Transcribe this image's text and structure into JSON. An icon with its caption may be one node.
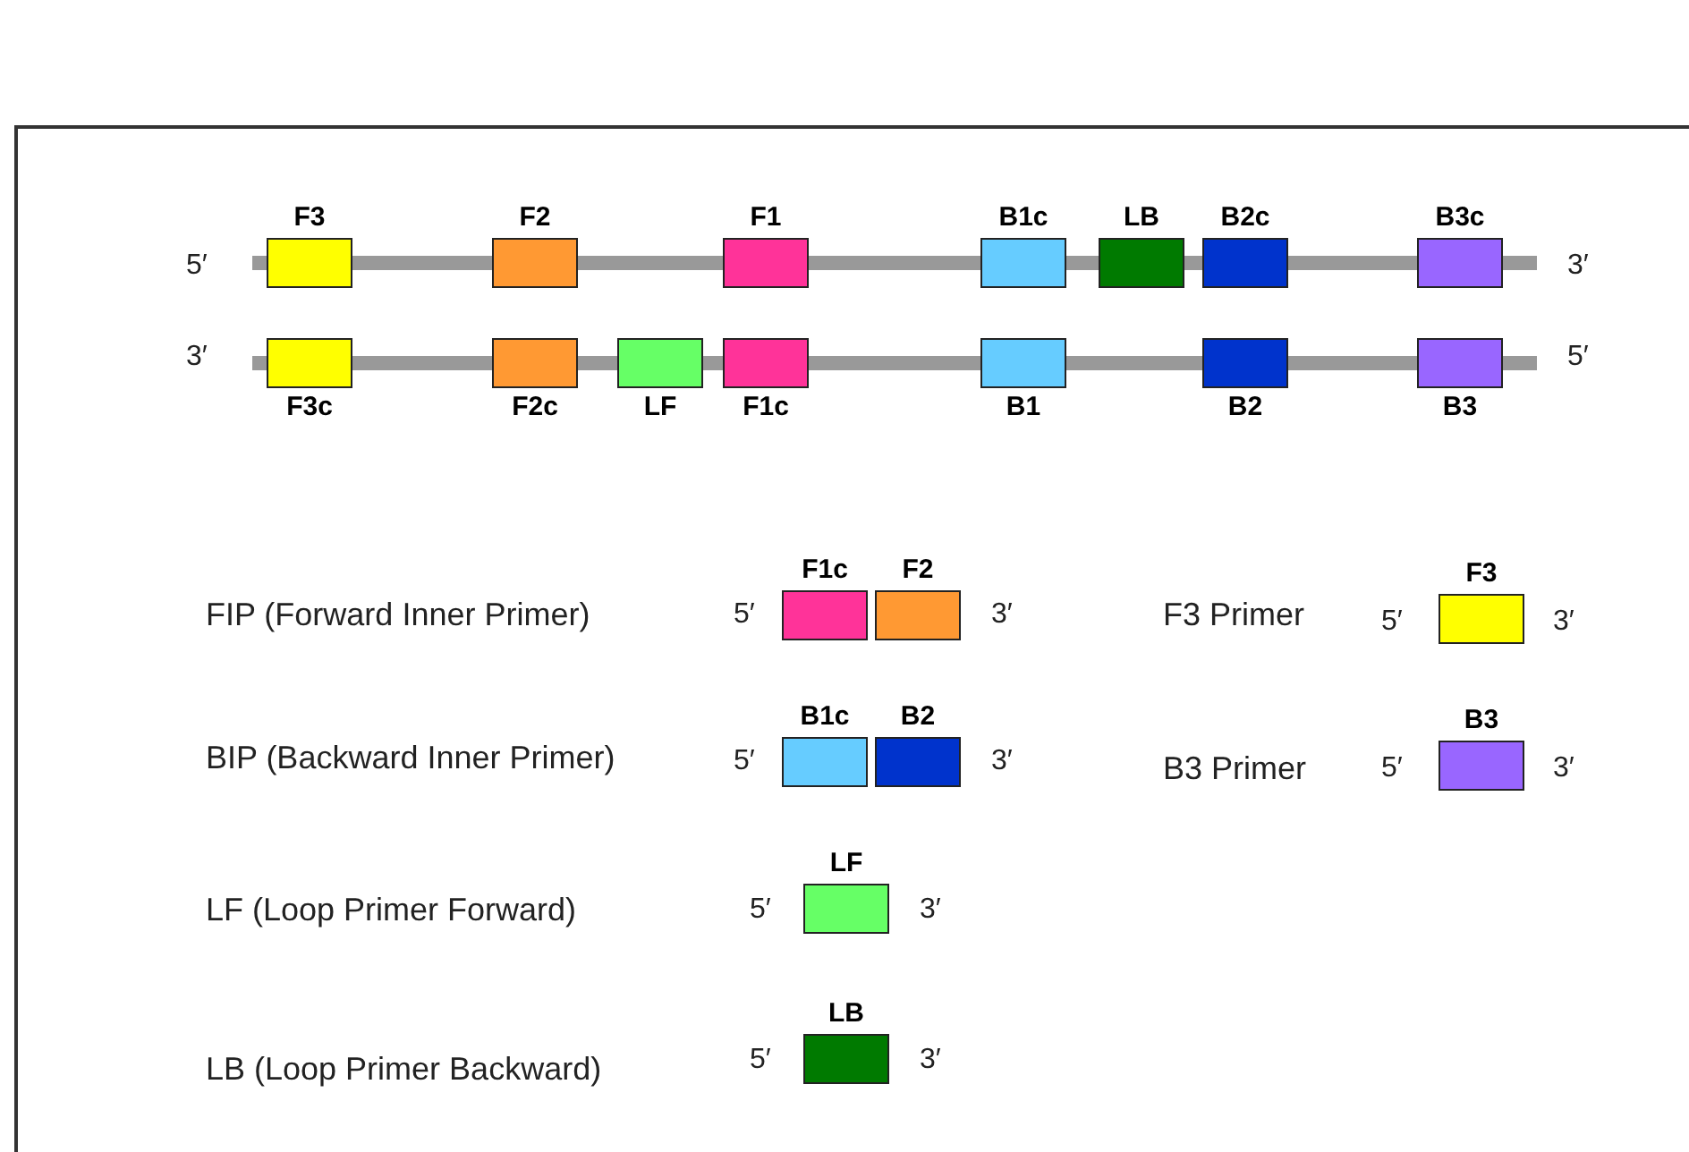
{
  "diagram": {
    "nodes": [
      {
        "text": [
          "F3"
        ]
      },
      {
        "text": [
          "F2"
        ]
      },
      {
        "text": [
          "F1"
        ]
      },
      {
        "text": [
          "B1c"
        ]
      },
      {
        "text": [
          "LB"
        ]
      },
      {
        "text": [
          "B2c"
        ]
      },
      {
        "text": [
          "B3c"
        ]
      },
      {
        "text": [
          "F3c"
        ]
      },
      {
        "text": [
          "F2c"
        ]
      },
      {
        "text": [
          "LF"
        ]
      },
      {
        "text": [
          "F1c"
        ]
      },
      {
        "text": [
          "B1"
        ]
      },
      {
        "text": [
          "B2"
        ]
      },
      {
        "text": [
          "B3"
        ]
      },
      {
        "text": [
          "F1c"
        ]
      },
      {
        "text": [
          "F2"
        ]
      },
      {
        "text": [
          "F3"
        ]
      },
      {
        "text": [
          "B1c"
        ]
      },
      {
        "text": [
          "B2"
        ]
      },
      {
        "text": [
          "B3"
        ]
      },
      {
        "text": [
          "LF"
        ]
      },
      {
        "text": [
          "LB"
        ]
      }
    ],
    "labels": [
      "5′",
      "3′",
      "3′",
      "5′",
      "FIP (Forward Inner Primer)",
      "5′",
      "3′",
      "F3 Primer",
      "5′",
      "3′",
      "BIP (Backward Inner Primer)",
      "5′",
      "3′",
      "B3 Primer",
      "5′",
      "3′",
      "LF (Loop Primer Forward)",
      "5′",
      "3′",
      "LB (Loop Primer Backward)",
      "5′",
      "3′"
    ]
  }
}
